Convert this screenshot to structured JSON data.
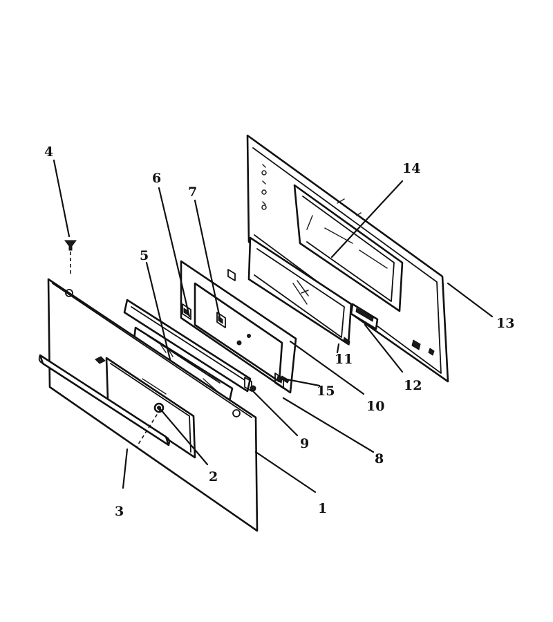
{
  "callouts": [
    {
      "id": "1",
      "text": "1"
    },
    {
      "id": "2",
      "text": "2"
    },
    {
      "id": "3",
      "text": "3"
    },
    {
      "id": "4",
      "text": "4"
    },
    {
      "id": "5",
      "text": "5"
    },
    {
      "id": "6",
      "text": "6"
    },
    {
      "id": "7",
      "text": "7"
    },
    {
      "id": "8",
      "text": "8"
    },
    {
      "id": "9",
      "text": "9"
    },
    {
      "id": "10",
      "text": "10"
    },
    {
      "id": "11",
      "text": "11"
    },
    {
      "id": "12",
      "text": "12"
    },
    {
      "id": "13",
      "text": "13"
    },
    {
      "id": "14",
      "text": "14"
    },
    {
      "id": "15",
      "text": "15"
    }
  ],
  "colors": {
    "line": "#111111",
    "background": "#ffffff"
  }
}
